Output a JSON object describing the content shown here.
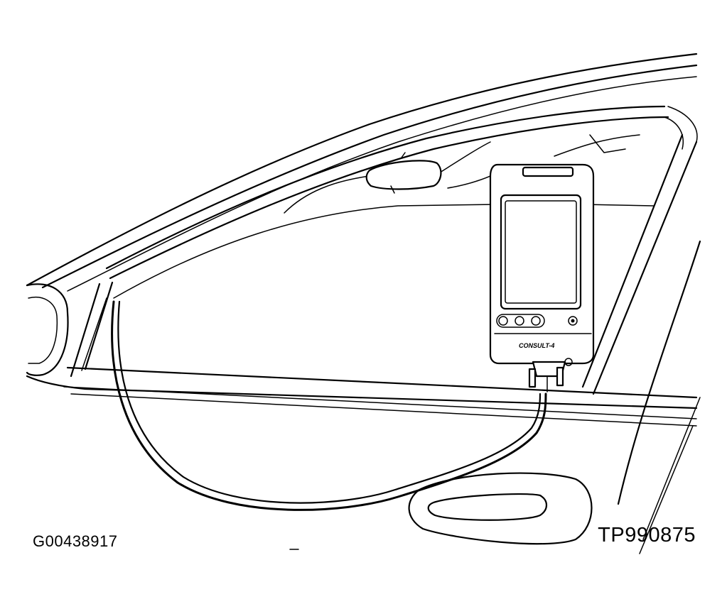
{
  "figure": {
    "code_left": "G00438917",
    "code_right": "TP990875",
    "device_label": "CONSULT-4"
  }
}
